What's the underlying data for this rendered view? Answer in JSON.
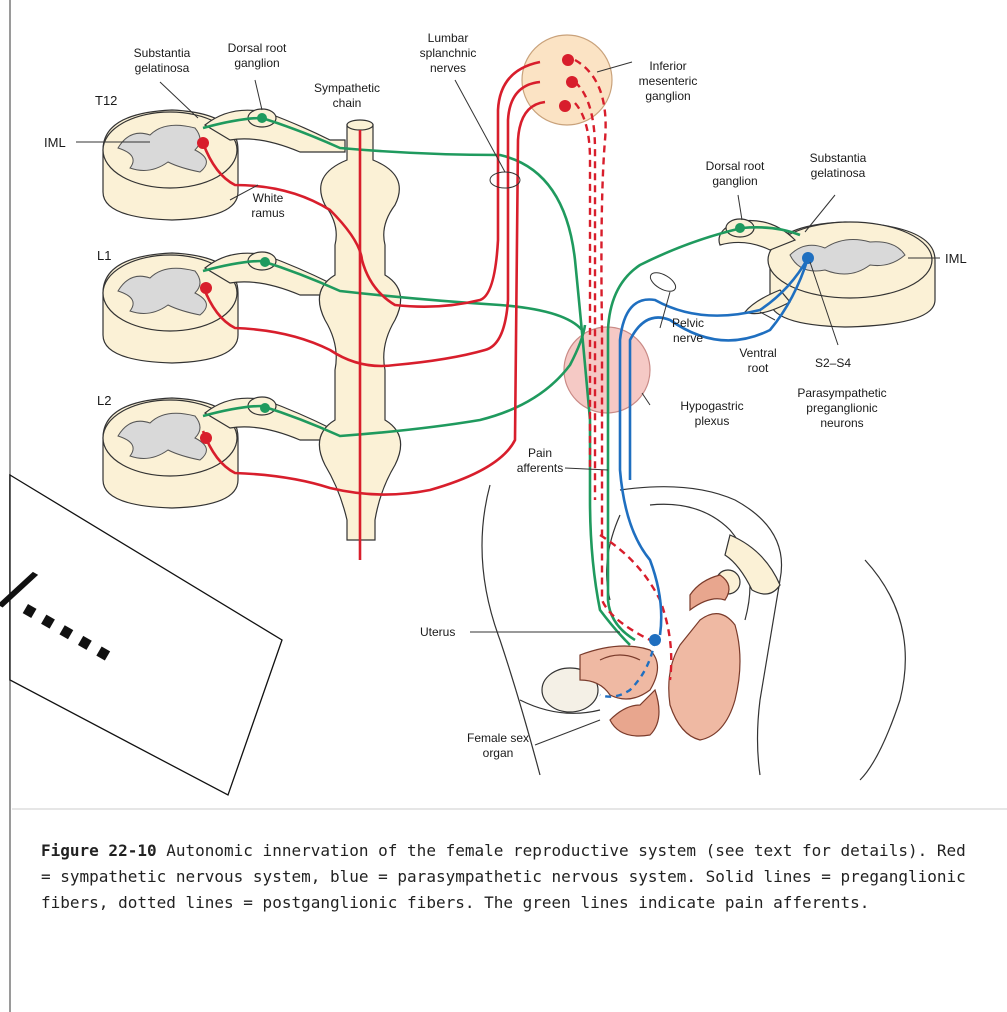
{
  "figure": {
    "labels": {
      "substantia_gelatinosa_left": [
        "Substantia",
        "gelatinosa"
      ],
      "dorsal_root_ganglion_left": [
        "Dorsal root",
        "ganglion"
      ],
      "sympathetic_chain": [
        "Sympathetic",
        "chain"
      ],
      "lumbar_splanchnic_nerves": [
        "Lumbar",
        "splanchnic",
        "nerves"
      ],
      "inferior_mesenteric_ganglion": [
        "Inferior",
        "mesenteric",
        "ganglion"
      ],
      "t12": "T12",
      "iml_left": "IML",
      "white_ramus": [
        "White",
        "ramus"
      ],
      "l1": "L1",
      "l2": "L2",
      "dorsal_root_ganglion_right": [
        "Dorsal root",
        "ganglion"
      ],
      "substantia_gelatinosa_right": [
        "Substantia",
        "gelatinosa"
      ],
      "iml_right": "IML",
      "pelvic_nerve": [
        "Pelvic",
        "nerve"
      ],
      "ventral_root": [
        "Ventral",
        "root"
      ],
      "s2_s4": "S2–S4",
      "parasympathetic_neurons": [
        "Parasympathetic",
        "preganglionic",
        "neurons"
      ],
      "hypogastric_plexus": [
        "Hypogastric",
        "plexus"
      ],
      "pain_afferents": [
        "Pain",
        "afferents"
      ],
      "uterus": "Uterus",
      "female_sex_organ": [
        "Female sex",
        "organ"
      ]
    },
    "overlay_text": "/....."
  },
  "caption": {
    "figure_number": "Figure 22-10",
    "text": " Autonomic innervation of the female reproductive system (see text for details). Red = sympathetic nervous system, blue = parasympathetic nervous system. Solid lines = preganglionic fibers, dotted lines = postganglionic fibers. The green lines indicate pain afferents."
  },
  "colors": {
    "sympathetic": "#d81e2c",
    "parasympathetic": "#1f6fc0",
    "pain_afferent": "#1f9a5e",
    "tissue": "#fbf1d6",
    "gray_matter": "#d9d9d9",
    "plexus": "#f5c9c5",
    "organ": "#efb9a3"
  }
}
